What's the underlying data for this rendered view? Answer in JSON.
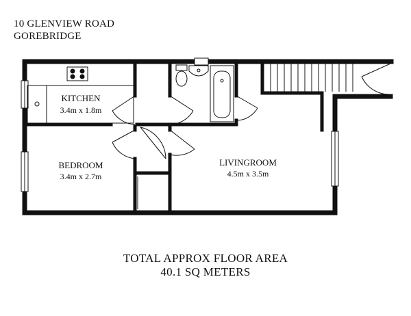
{
  "address": {
    "line1": "10 GLENVIEW ROAD",
    "line2": "GOREBRIDGE"
  },
  "rooms": {
    "kitchen": {
      "name": "KITCHEN",
      "dims": "3.4m x 1.8m"
    },
    "bedroom": {
      "name": "BEDROOM",
      "dims": "3.4m x 2.7m"
    },
    "livingroom": {
      "name": "LIVINGROOM",
      "dims": "4.5m x 3.5m"
    }
  },
  "total": {
    "line1": "TOTAL APPROX FLOOR AREA",
    "line2": "40.1 SQ METERS"
  }
}
